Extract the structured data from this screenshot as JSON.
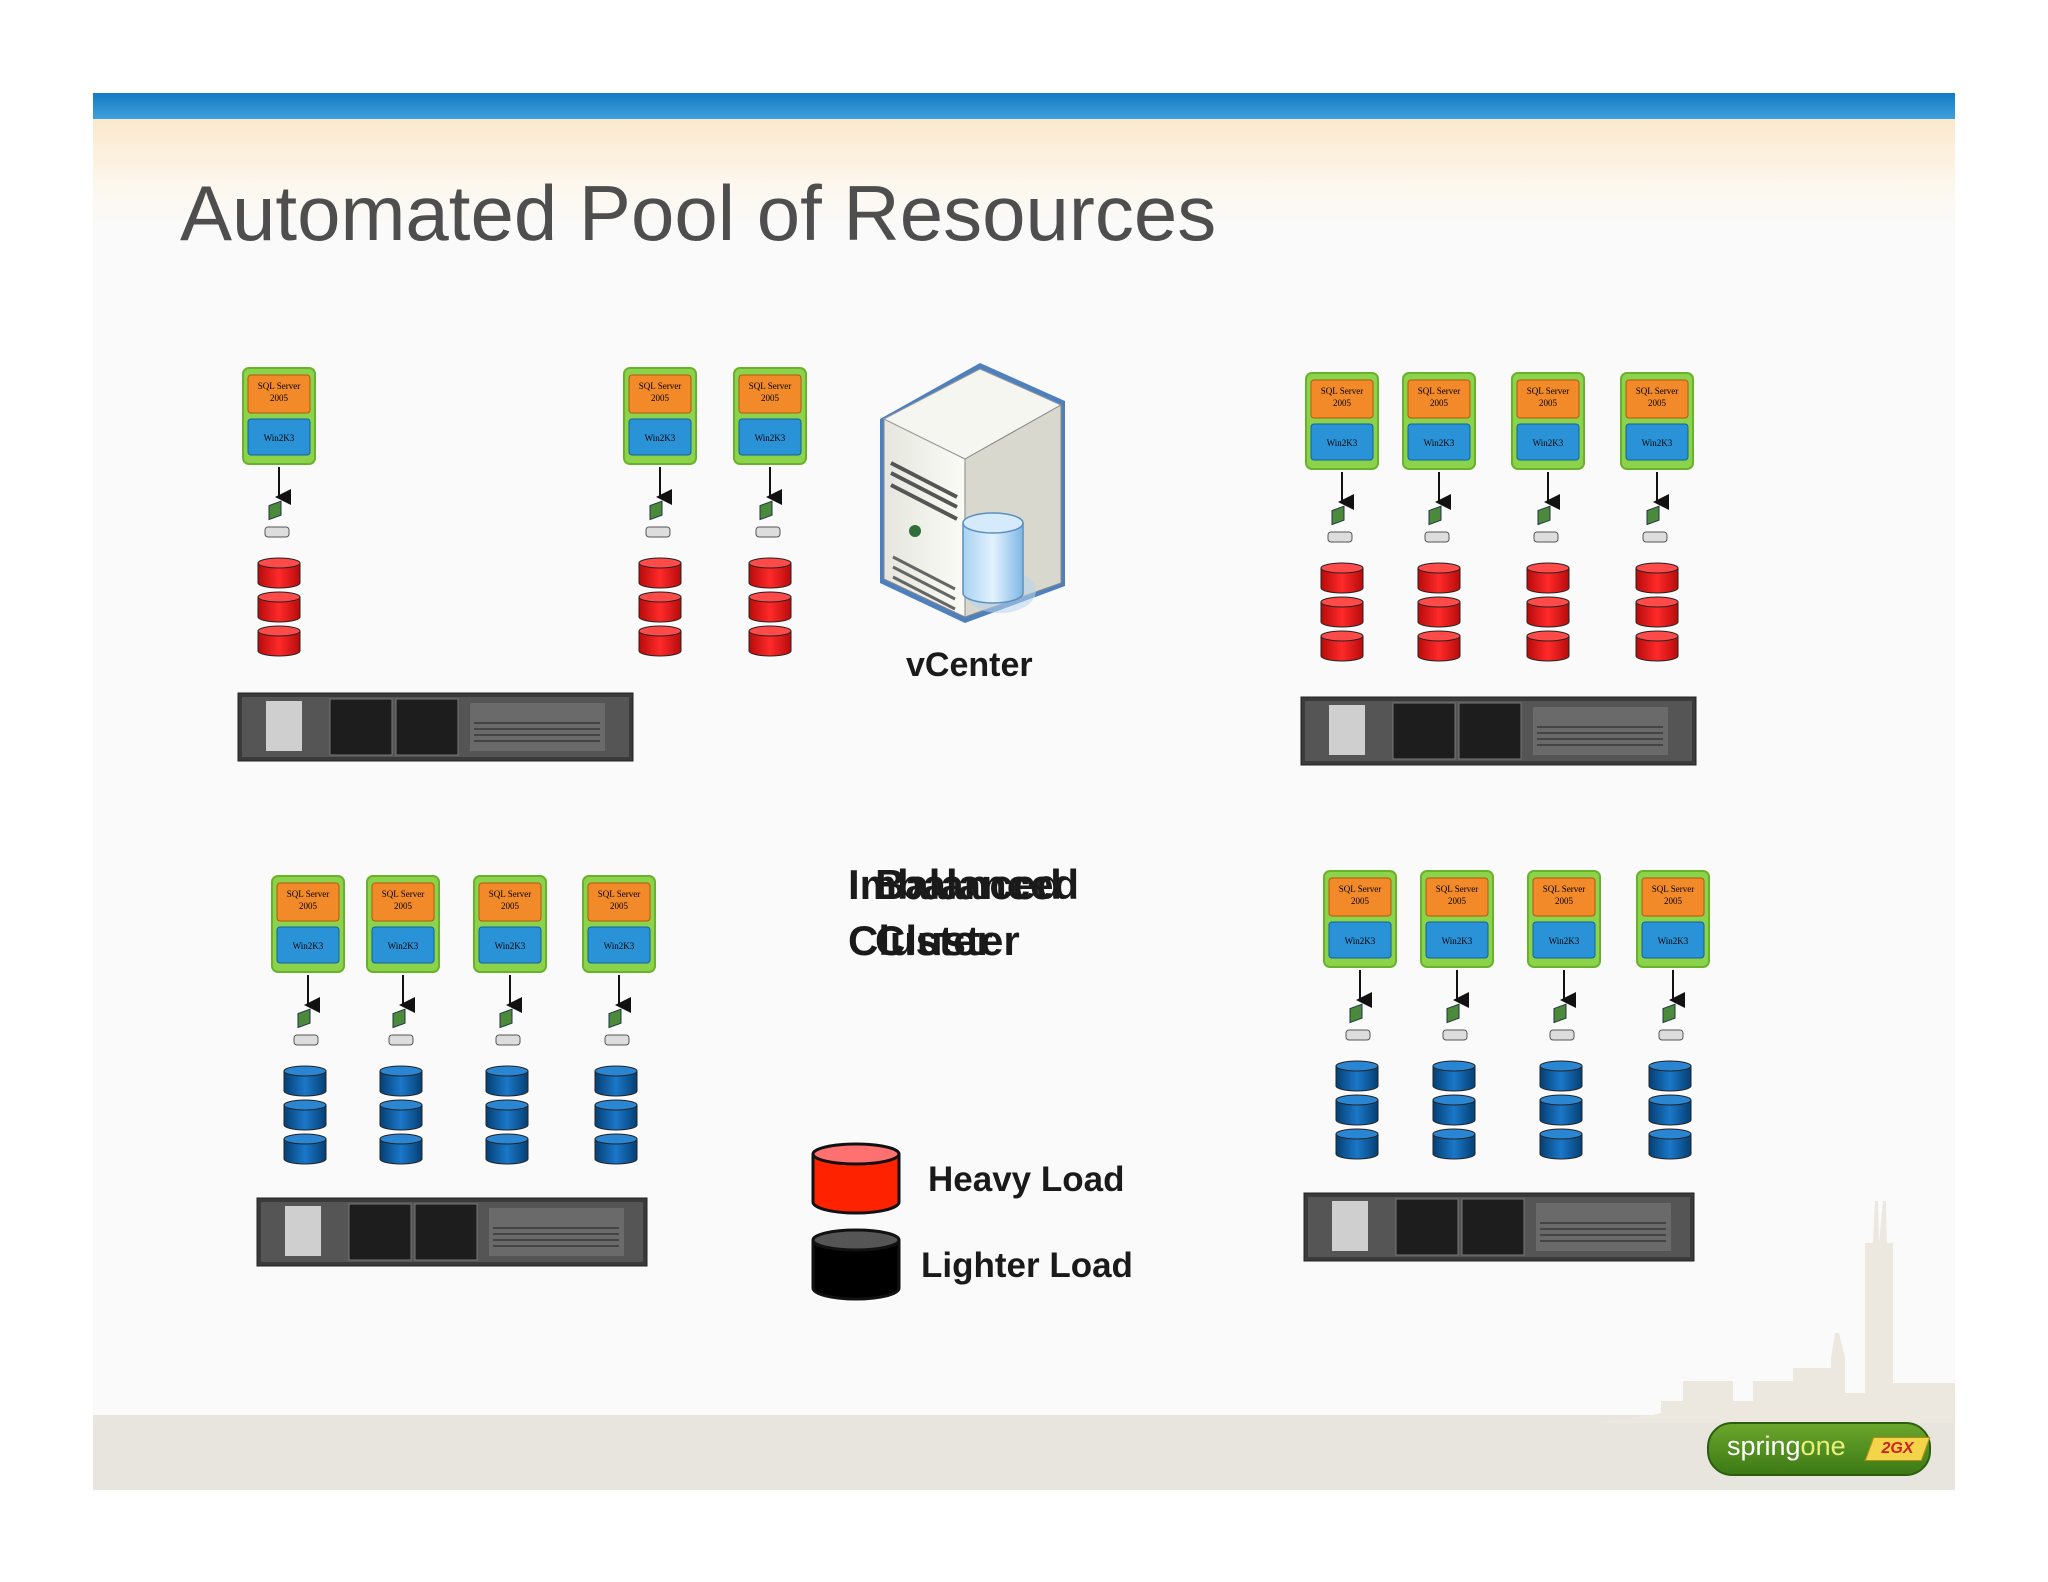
{
  "slide": {
    "title": "Automated Pool of Resources",
    "vcenter_label": "vCenter",
    "cluster_a_line1": "Imbalanced",
    "cluster_a_line2": "Cluster",
    "cluster_b_line1": "Balanced",
    "cluster_b_line2": "Cluster"
  },
  "vm": {
    "app_label_1": "SQL Server",
    "app_label_2": "2005",
    "os_label": "Win2K3"
  },
  "legend": {
    "heavy_label": "Heavy Load",
    "light_label": "Lighter Load",
    "heavy_color": "#ff2200",
    "light_color": "#000000"
  },
  "colors": {
    "heavy_drum": "#e01414",
    "light_drum": "#0a5aa0",
    "vm_border": "#7ecb3a",
    "app_box": "#f28a2a",
    "os_box": "#2a93d8"
  },
  "hosts": [
    {
      "id": "host-top-left",
      "vm_count": 3,
      "load": "heavy"
    },
    {
      "id": "host-top-right",
      "vm_count": 4,
      "load": "heavy"
    },
    {
      "id": "host-bottom-left",
      "vm_count": 4,
      "load": "light"
    },
    {
      "id": "host-bottom-right",
      "vm_count": 4,
      "load": "light"
    }
  ],
  "logo": {
    "brand": "springone",
    "edition": "2GX"
  }
}
